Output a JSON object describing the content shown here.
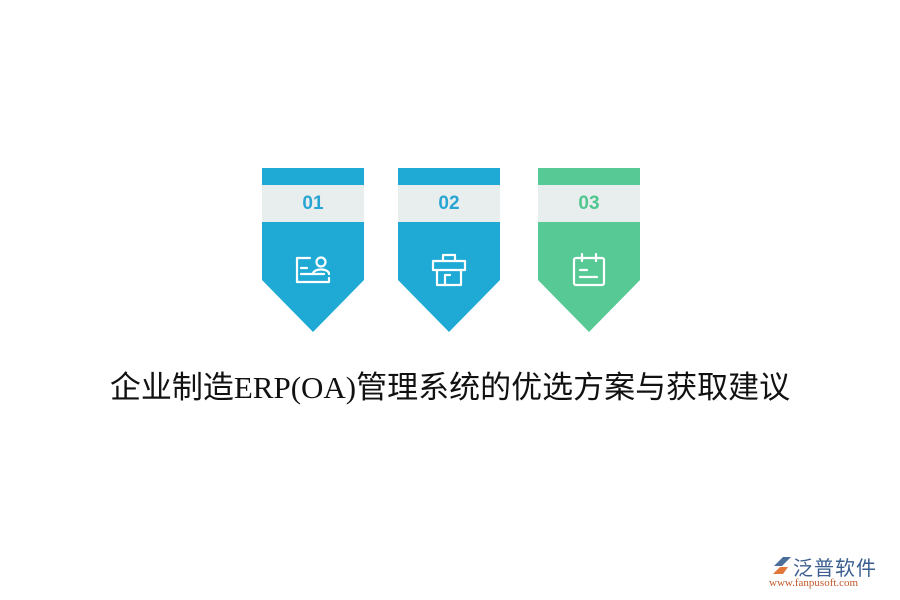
{
  "steps": [
    {
      "number": "01",
      "icon": "id-card-icon",
      "color": "#1eaad4",
      "number_color": "#29a5d3"
    },
    {
      "number": "02",
      "icon": "shop-box-icon",
      "color": "#1eaad4",
      "number_color": "#29a5d3"
    },
    {
      "number": "03",
      "icon": "calendar-icon",
      "color": "#57c994",
      "number_color": "#4fc78e"
    }
  ],
  "title": "企业制造ERP(OA)管理系统的优选方案与获取建议",
  "logo": {
    "brand": "泛普软件",
    "url": "www.fanpusoft.com"
  },
  "colors": {
    "band": "#e8eeee",
    "blue": "#1eaad4",
    "green": "#57c994"
  }
}
